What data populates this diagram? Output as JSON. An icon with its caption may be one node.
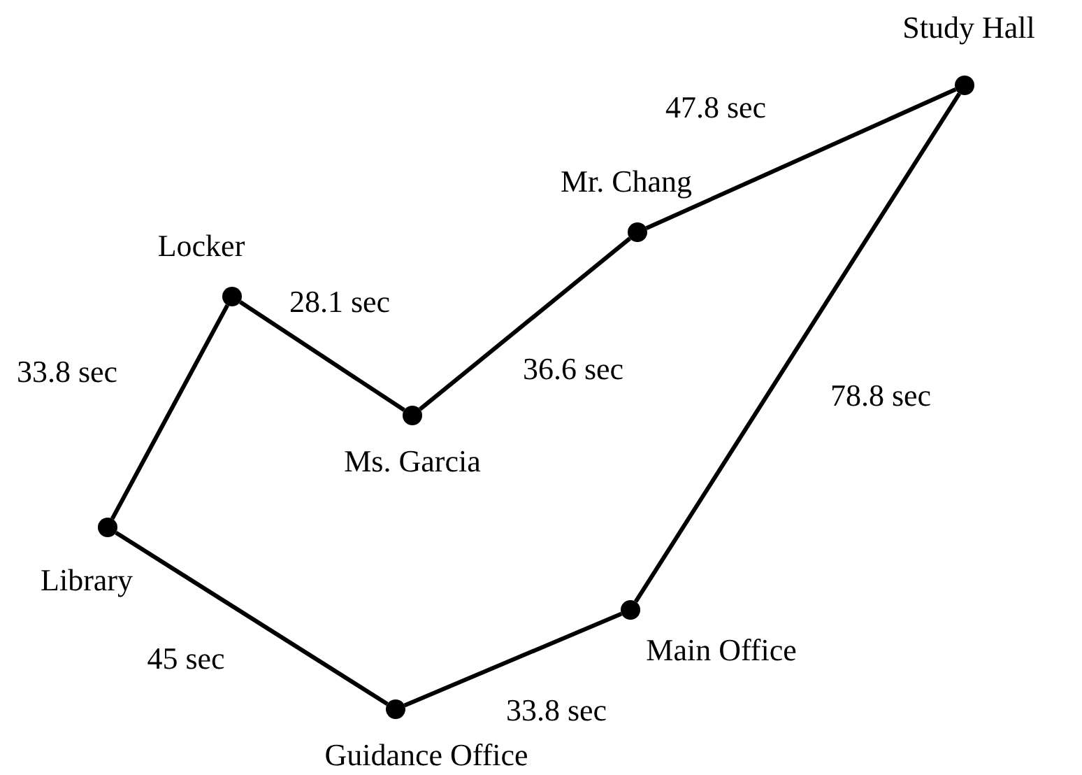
{
  "diagram": {
    "nodes": [
      {
        "text": [],
        "shape": "circle",
        "beside": [
          "Study Hall"
        ]
      },
      {
        "text": [],
        "shape": "circle",
        "beside": [
          "Mr. Chang"
        ]
      },
      {
        "text": [],
        "shape": "circle",
        "beside": [
          "Locker"
        ]
      },
      {
        "text": [],
        "shape": "circle",
        "beside": [
          "Ms. Garcia"
        ]
      },
      {
        "text": [],
        "shape": "circle",
        "beside": [
          "Library"
        ]
      },
      {
        "text": [],
        "shape": "circle",
        "beside": [
          "Main Office"
        ]
      },
      {
        "text": [],
        "shape": "circle",
        "beside": [
          "Guidance Office"
        ]
      }
    ],
    "edges": [
      {
        "from": 1,
        "to": 0,
        "arrow": "none",
        "label": "47.8 sec"
      },
      {
        "from": 2,
        "to": 3,
        "arrow": "none",
        "label": "28.1 sec"
      },
      {
        "from": 3,
        "to": 1,
        "arrow": "none",
        "label": "36.6 sec"
      },
      {
        "from": 2,
        "to": 4,
        "arrow": "none",
        "label": "33.8 sec"
      },
      {
        "from": 0,
        "to": 5,
        "arrow": "none",
        "label": "78.8 sec"
      },
      {
        "from": 4,
        "to": 6,
        "arrow": "none",
        "label": "45 sec"
      },
      {
        "from": 6,
        "to": 5,
        "arrow": "none",
        "label": "33.8 sec"
      }
    ]
  }
}
